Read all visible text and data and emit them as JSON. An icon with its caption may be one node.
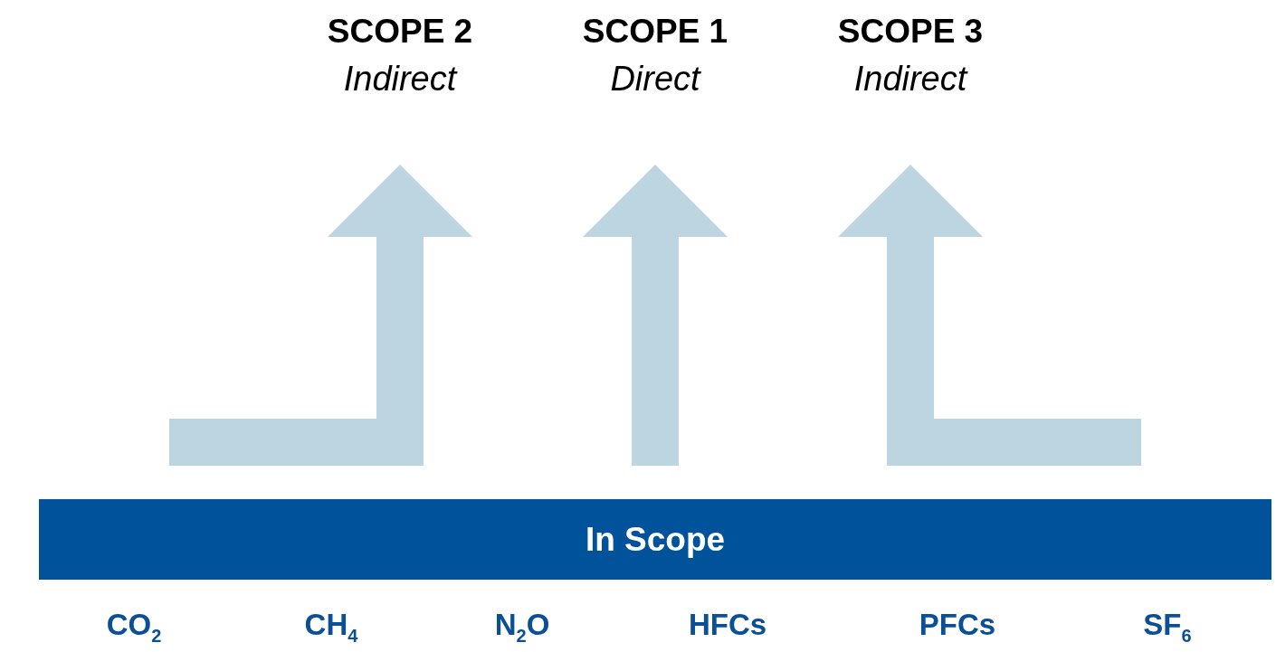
{
  "diagram": {
    "nodes": [
      {
        "text": [
          "SCOPE 2",
          "Indirect"
        ]
      },
      {
        "text": [
          "SCOPE 1",
          "Direct"
        ]
      },
      {
        "text": [
          "SCOPE 3",
          "Indirect"
        ]
      },
      {
        "text": [
          "In Scope"
        ]
      }
    ],
    "edges": [
      {
        "from": null,
        "to": 0,
        "arrow": "to"
      },
      {
        "from": null,
        "to": 1,
        "arrow": "to"
      },
      {
        "from": null,
        "to": 2,
        "arrow": "to"
      }
    ],
    "labels": [
      "CO$_{2}$",
      "CH$_{4}$",
      "N$_{2}$O",
      "HFCs",
      "PFCs",
      "SF$_{6}$"
    ]
  }
}
